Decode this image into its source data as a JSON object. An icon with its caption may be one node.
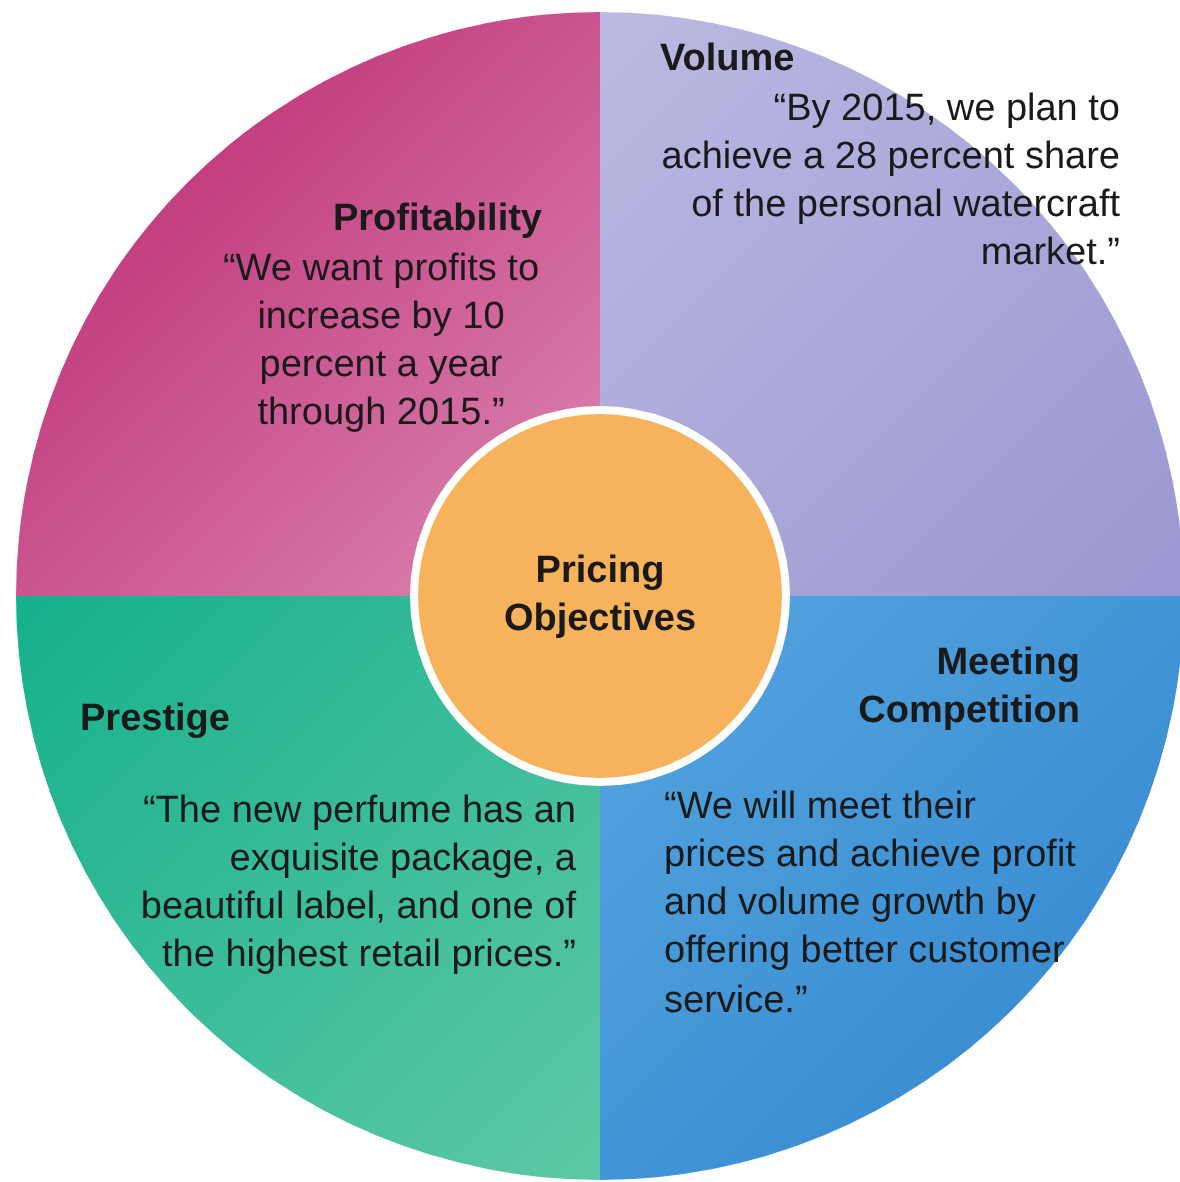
{
  "diagram": {
    "nodes": [
      {
        "text": [
          "Profitability",
          "“We want profits to increase by 10 percent a year through 2015.”"
        ]
      },
      {
        "text": [
          "Volume",
          "“By 2015, we plan to achieve a 28 percent share of the personal watercraft market.”"
        ]
      },
      {
        "text": [
          "Pricing Objectives"
        ]
      },
      {
        "text": [
          "Prestige",
          "“The new perfume has an exquisite package, a beautiful label, and one of the highest retail prices.”"
        ]
      },
      {
        "text": [
          "Meeting Competition",
          "“We will meet their prices and achieve profit and volume growth by offering better customer service.”"
        ]
      }
    ]
  }
}
